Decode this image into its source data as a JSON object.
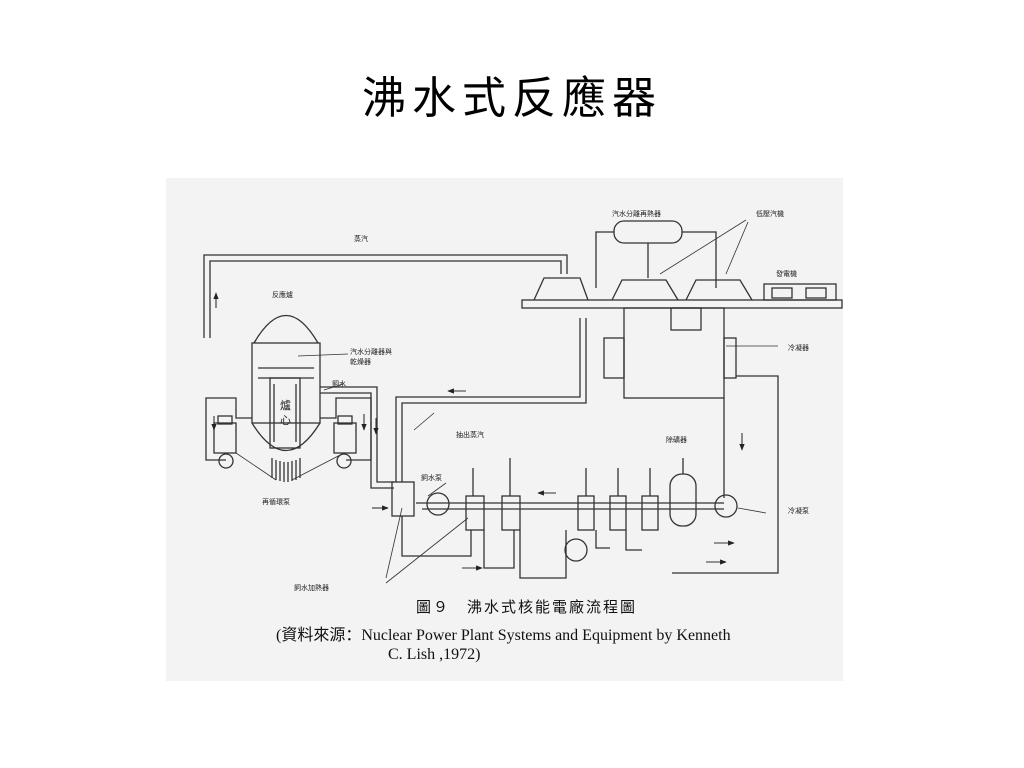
{
  "slide": {
    "title": "沸水式反應器"
  },
  "diagram": {
    "labels": {
      "steam": "蒸汽",
      "reactor": "反應爐",
      "separator_dryer": "汽水分離器與",
      "separator_dryer_2": "乾燥器",
      "feedwater": "飼水",
      "core_1": "爐",
      "core_2": "心",
      "recirc_pump": "再循環泵",
      "extraction_steam": "抽出蒸汽",
      "feedwater_pump": "飼水泵",
      "feedwater_heaters": "飼水加熱器",
      "msr": "汽水分離再熱器",
      "lp_turbine": "低壓汽機",
      "generator": "發電機",
      "condenser": "冷凝器",
      "demineralizer": "除礦器",
      "condensate_pump": "冷凝泵"
    },
    "caption": {
      "figure": "圖９　沸水式核能電廠流程圖",
      "source_line1": "(資料來源：Nuclear Power Plant Systems and Equipment by Kenneth",
      "source_line2": "C. Lish ,1972)"
    }
  }
}
